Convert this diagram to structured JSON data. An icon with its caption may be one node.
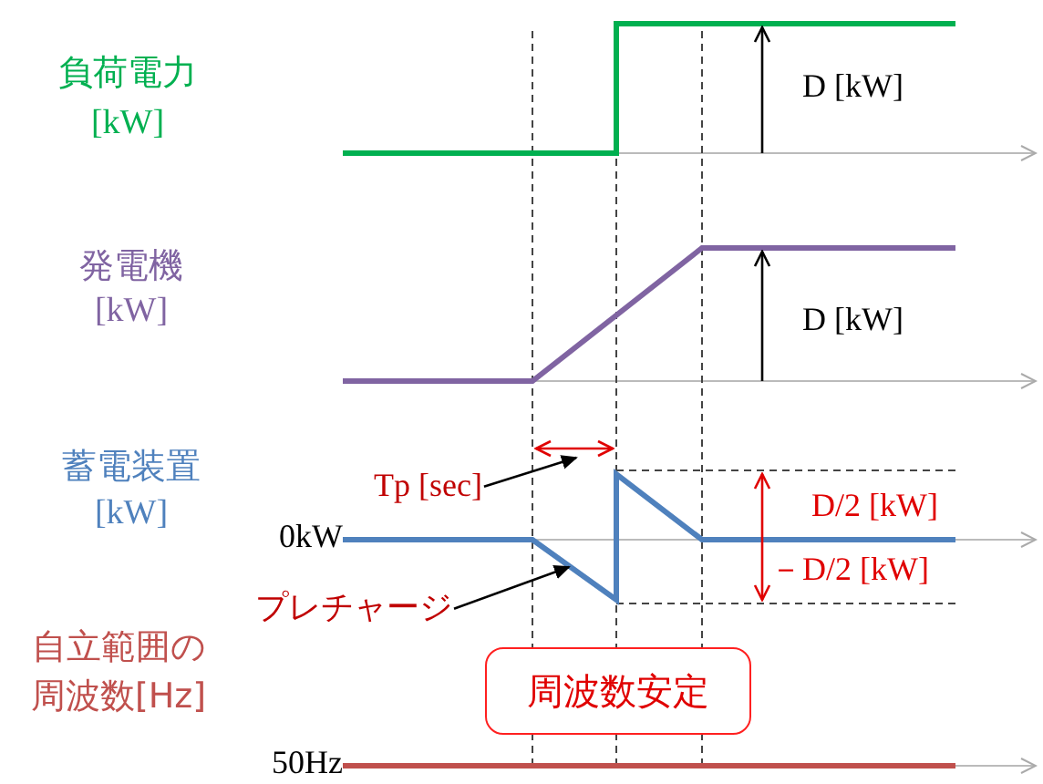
{
  "diagram": {
    "nodes": [
      {
        "text": [
          "Tp [sec]"
        ]
      },
      {
        "text": [
          "プレチャージ"
        ]
      },
      {
        "text": [
          "周波数安定"
        ]
      }
    ],
    "edges": [
      {
        "from": 0,
        "to": null,
        "arrow": "to"
      },
      {
        "from": 1,
        "to": null,
        "arrow": "to"
      }
    ],
    "labels": [
      "負荷電力",
      "[kW]",
      "D [kW]",
      "発電機",
      "[kW]",
      "D [kW]",
      "蓄電装置",
      "[kW]",
      "D/2 [kW]",
      "0kW",
      "－D/2 [kW]",
      "自立範囲の",
      "周波数[Hz]",
      "50Hz"
    ]
  }
}
